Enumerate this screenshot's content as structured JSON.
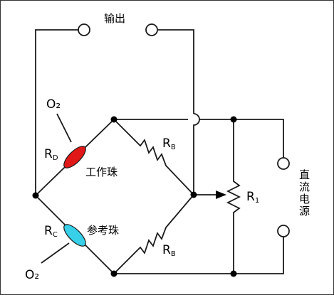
{
  "labels": {
    "output": "输出",
    "o2_top": "O₂",
    "o2_bottom": "O₂",
    "rd_main": "R",
    "rd_sub": "D",
    "rc_main": "R",
    "rc_sub": "C",
    "working_bead": "工作珠",
    "reference_bead": "参考珠",
    "rb_top_main": "R",
    "rb_top_sub": "B",
    "rb_bottom_main": "R",
    "rb_bottom_sub": "B",
    "r1_main": "R",
    "r1_sub": "1",
    "dc_supply": "直流电源"
  },
  "colors": {
    "working_bead": "#e01818",
    "reference_bead": "#38d0e8",
    "wire": "#1a1a1a"
  }
}
